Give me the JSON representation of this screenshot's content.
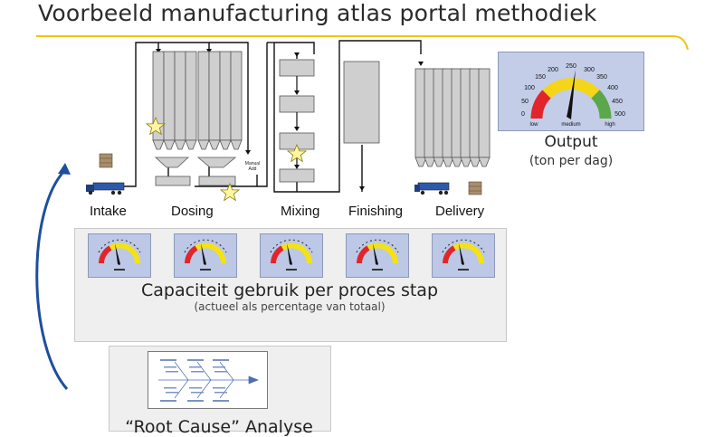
{
  "title": "Voorbeeld manufacturing atlas portal methodiek",
  "stages": [
    "Intake",
    "Dosing",
    "Mixing",
    "Finishing",
    "Delivery"
  ],
  "manual_add": "Manual Add",
  "capacity": {
    "title": "Capaciteit gebruik per proces stap",
    "subtitle": "(actueel als percentage van totaal)"
  },
  "output": {
    "title": "Output",
    "subtitle": "(ton per dag)",
    "ticks": [
      "0",
      "50",
      "100",
      "150",
      "200",
      "250",
      "300",
      "350",
      "400",
      "450",
      "500"
    ],
    "zones": [
      "low",
      "medium",
      "high"
    ]
  },
  "rca": {
    "title": "“Root Cause” Analyse"
  },
  "colors": {
    "accent_line": "#f2c40f",
    "arrow": "#1d4f9c",
    "gauge_bg": "#bcc8e6"
  }
}
